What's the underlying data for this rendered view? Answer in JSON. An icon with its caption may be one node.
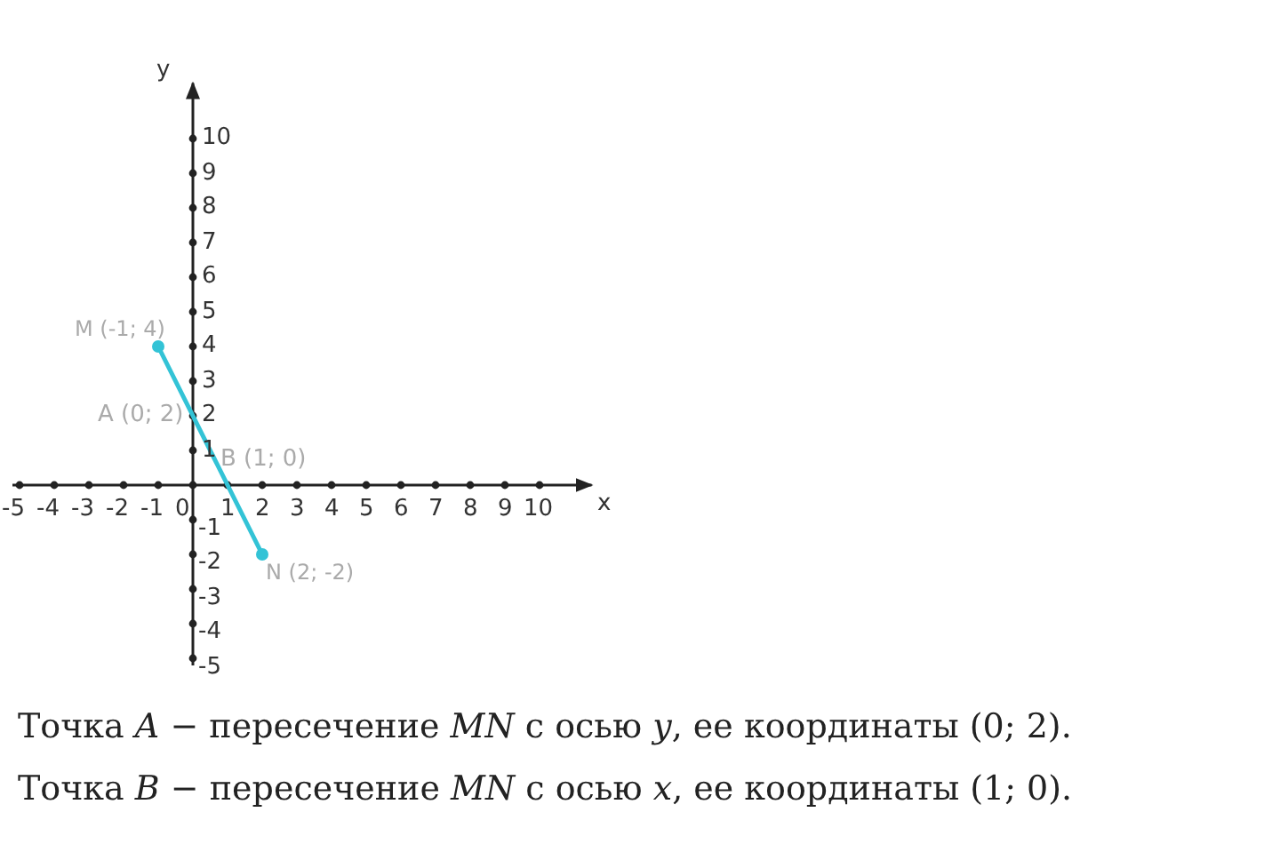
{
  "diagram": {
    "nodes": [
      {
        "text": [
          "M (-1; 4)"
        ]
      },
      {
        "text": [
          "N (2; -2)"
        ]
      }
    ],
    "edges": [
      {
        "from": 0,
        "to": 1,
        "arrow": "other"
      }
    ],
    "labels": [
      "y",
      "10",
      "9",
      "8",
      "7",
      "6",
      "5",
      "4",
      "3",
      "2",
      "1",
      "A (0; 2)",
      "B (1; 0)",
      "-5",
      "-4",
      "-3",
      "-2",
      "-1",
      "0",
      "1",
      "2",
      "3",
      "4",
      "5",
      "6",
      "7",
      "8",
      "9",
      "10",
      "x",
      "-1",
      "-2",
      "-3",
      "-4",
      "-5",
      "Точка *A* − пересечение *MN* с осью *y*, ее координаты (0; 2).",
      "Точка *B* − пересечение *MN* с осью *x*, ее координаты (1; 0)."
    ]
  }
}
